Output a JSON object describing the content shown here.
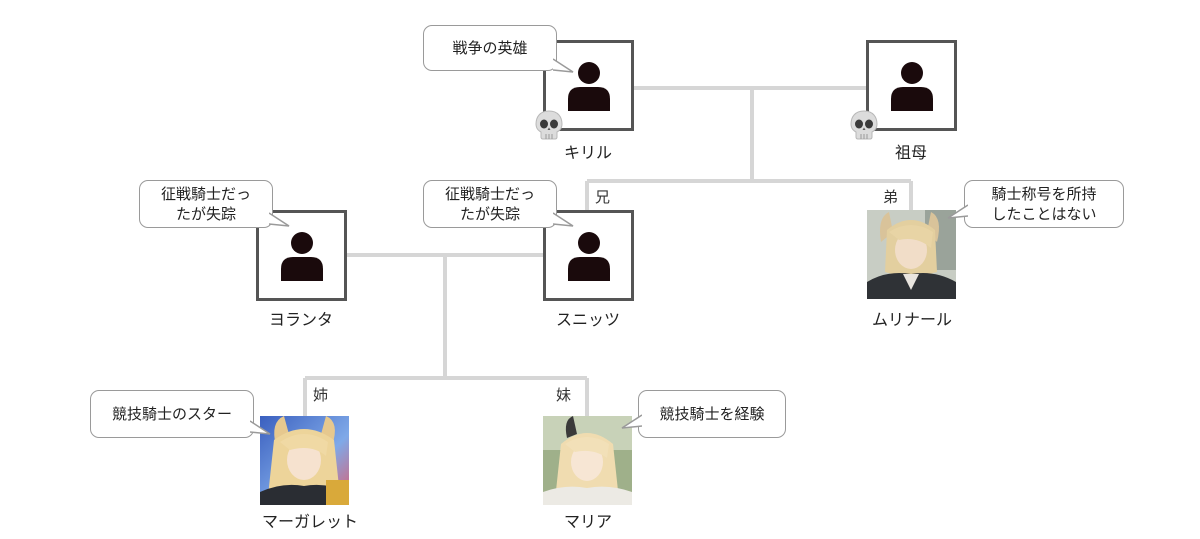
{
  "people": {
    "kiril": {
      "name": "キリル",
      "note": "戦争の英雄",
      "deceased": true
    },
    "grandmother": {
      "name": "祖母",
      "deceased": true
    },
    "yolanta": {
      "name": "ヨランタ",
      "note_line1": "征戦騎士だっ",
      "note_line2": "たが失踪"
    },
    "snitz": {
      "name": "スニッツ",
      "relation": "兄",
      "note_line1": "征戦騎士だっ",
      "note_line2": "たが失踪"
    },
    "mulinar": {
      "name": "ムリナール",
      "relation": "弟",
      "note_line1": "騎士称号を所持",
      "note_line2": "したことはない"
    },
    "margaret": {
      "name": "マーガレット",
      "relation": "姉",
      "note": "競技騎士のスター"
    },
    "maria": {
      "name": "マリア",
      "relation": "妹",
      "note": "競技騎士を経験"
    }
  },
  "icons": {
    "placeholder": "person-silhouette-icon",
    "deceased": "skull-icon"
  },
  "colors": {
    "line": "#d6d6d6",
    "frame": "#555555",
    "silhouette": "#1a0a0c",
    "bubble_border": "#9a9a9a"
  }
}
